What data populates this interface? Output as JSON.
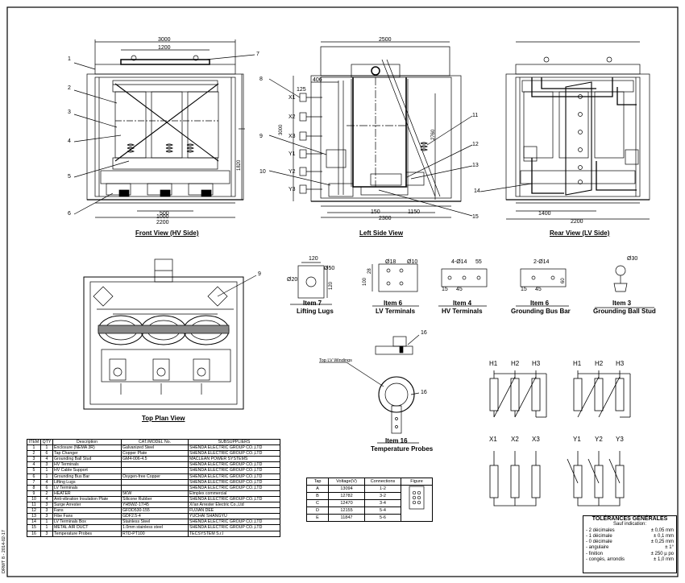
{
  "front_view": {
    "caption": "Front View (HV Side)",
    "dims": [
      "3000",
      "1200",
      "500",
      "1000",
      "2200",
      "1820"
    ],
    "callouts": [
      "1",
      "2",
      "3",
      "4",
      "5",
      "6",
      "7"
    ]
  },
  "left_view": {
    "caption": "Left Side View",
    "dims": [
      "2500",
      "406",
      "125",
      "3000",
      "2760",
      "150",
      "2300",
      "1150"
    ],
    "terminals": [
      "X1",
      "X2",
      "X3",
      "Y1",
      "Y2",
      "Y3"
    ],
    "callouts": [
      "8",
      "9",
      "10",
      "11",
      "12",
      "13",
      "15"
    ]
  },
  "rear_view": {
    "caption": "Rear View (LV Side)",
    "dims": [
      "1400",
      "2200"
    ],
    "callouts": [
      "14"
    ]
  },
  "top_plan": {
    "caption": "Top Plan View",
    "callouts": [
      "9"
    ]
  },
  "items": {
    "item7": {
      "caption1": "Item 7",
      "caption2": "Lifting Lugs",
      "dims": [
        "120",
        "Ø50",
        "Ø20",
        "120"
      ]
    },
    "item6": {
      "caption1": "Item 6",
      "caption2": "LV Terminals",
      "dims": [
        "Ø18",
        "Ø10",
        "28",
        "100"
      ]
    },
    "item4": {
      "caption1": "Item 4",
      "caption2": "HV Terminals",
      "dims": [
        "4-Ø14",
        "55",
        "15",
        "45"
      ]
    },
    "item5": {
      "caption1": "Item 6",
      "caption2": "Grounding Bus Bar",
      "dims": [
        "2-Ø14",
        "60",
        "15",
        "45"
      ]
    },
    "item3": {
      "caption1": "Item 3",
      "caption2": "Grounding Ball Stud",
      "dims": [
        "Ø30"
      ]
    },
    "item16": {
      "caption1": "Item 16",
      "caption2": "Temperature Probes",
      "label": "Top LV Windings",
      "callouts": [
        "16",
        "16"
      ]
    }
  },
  "winding": {
    "hv_labels": [
      "H1",
      "H2",
      "H3"
    ],
    "lv_labels": [
      "X1",
      "X2",
      "X3"
    ],
    "hv2_labels": [
      "H1",
      "H2",
      "H3"
    ],
    "lv2_labels": [
      "Y1",
      "Y2",
      "Y3"
    ]
  },
  "bom": {
    "headers": [
      "ITEM",
      "QTY",
      "Description",
      "CAT./MODEL No.",
      "SUBSUPPLIERS"
    ],
    "rows": [
      [
        "1",
        "1",
        "Enclosure (NEMA 3R)",
        "Galvanized Steel",
        "SHENDA ELECTRIC GROUP CO.,LTD"
      ],
      [
        "2",
        "6",
        "Tap Changer",
        "Copper Plate",
        "SHENDA ELECTRIC GROUP CO.,LTD"
      ],
      [
        "3",
        "4",
        "Grounding Ball Stud",
        "GM4-006-4.5",
        "MACLEAN POWER SYSTEMS"
      ],
      [
        "4",
        "3",
        "HV Terminals",
        "",
        "SHENDA ELECTRIC GROUP CO.,LTD"
      ],
      [
        "5",
        "1",
        "HV Cable Support",
        "",
        "SHENDA ELECTRIC GROUP CO.,LTD"
      ],
      [
        "6",
        "1",
        "Grounding Bus Bar",
        "Oxygen-free Copper",
        "SHENDA ELECTRIC GROUP CO.,LTD"
      ],
      [
        "7",
        "4",
        "Lifting Lugs",
        "",
        "SHENDA ELECTRIC GROUP CO.,LTD"
      ],
      [
        "8",
        "6",
        "LV Terminals",
        "",
        "SHENDA ELECTRIC GROUP CO.,LTD"
      ],
      [
        "9",
        "2",
        "HEATER",
        "5KW",
        "Elmplex commercial"
      ],
      [
        "10",
        "4",
        "Anti-vibration Insulation Plate",
        "Silicone Rubber",
        "SHENDA ELECTRIC GROUP CO.,LTD"
      ],
      [
        "11",
        "3",
        "Surge Arrester",
        "YH5WZ-17/45",
        "Xi'an Arrester Electric Co.,Ltd"
      ],
      [
        "12",
        "3",
        "Fans",
        "GFDD530-155",
        "FUJIAN DEE"
      ],
      [
        "13",
        "3",
        "Fibe Fans",
        "GDF2.5-4",
        "YUCHAI SHANGYU"
      ],
      [
        "14",
        "1",
        "LV Terminals Box",
        "Stainless Steel",
        "SHENDA ELECTRIC GROUP CO.,LTD"
      ],
      [
        "15",
        "1",
        "METAL AIR DUCT",
        "1.0mm stainless steel",
        "SHENDA ELECTRIC GROUP CO.,LTD"
      ],
      [
        "16",
        "3",
        "Temperature Probes",
        "RTD-PT100",
        "TECSYSTEM S.r.l"
      ]
    ]
  },
  "tap_table": {
    "headers": [
      "Tap",
      "Voltage(V)",
      "Connections",
      "Figure"
    ],
    "rows": [
      [
        "A",
        "13094",
        "1-2"
      ],
      [
        "B",
        "12782",
        "3-2"
      ],
      [
        "C",
        "12470",
        "3-4"
      ],
      [
        "D",
        "12155",
        "5-4"
      ],
      [
        "E",
        "11847",
        "5-6"
      ]
    ]
  },
  "tolerances": {
    "title": "TOLÉRANCES GÉNÉRALES",
    "subtitle": "Sauf indication:",
    "rows": [
      [
        "- 2 décimales",
        "± 0,05 mm"
      ],
      [
        "- 1 décimale",
        "± 0,1 mm"
      ],
      [
        "- 0 décimale",
        "± 0,25 mm"
      ],
      [
        "- angulaire",
        "± 1°"
      ],
      [
        "- finition",
        "± 250 µ po"
      ],
      [
        "- congés, arrondis",
        "± 1,0 mm"
      ]
    ]
  },
  "side_note": "DRWT 8 - 2014-02-17"
}
